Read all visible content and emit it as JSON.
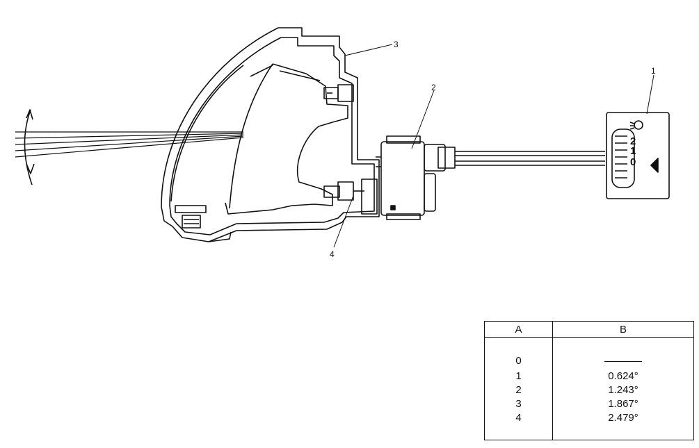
{
  "callouts": {
    "c1": "1",
    "c2": "2",
    "c3": "3",
    "c4": "4"
  },
  "switch_positions": [
    "2",
    "1",
    "0"
  ],
  "table": {
    "header_a": "A",
    "header_b": "B",
    "rows": [
      {
        "a": "0",
        "b": ""
      },
      {
        "a": "1",
        "b": "0.624°"
      },
      {
        "a": "2",
        "b": "1.243°"
      },
      {
        "a": "3",
        "b": "1.867°"
      },
      {
        "a": "4",
        "b": "2.479°"
      }
    ]
  }
}
